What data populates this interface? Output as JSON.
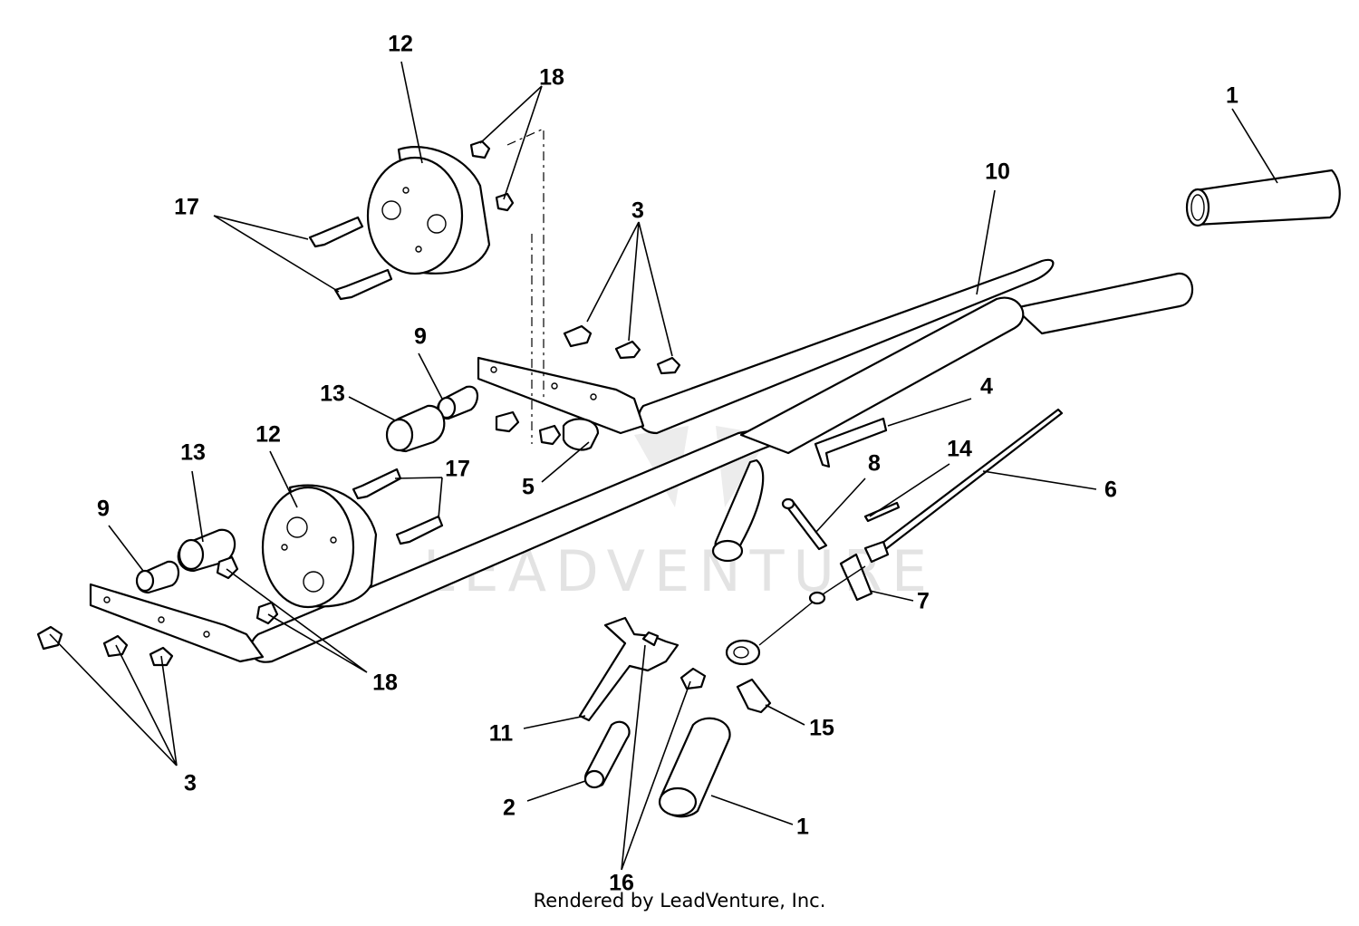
{
  "watermark": "LEADVENTURE",
  "credit": "Rendered by LeadVenture, Inc.",
  "callouts": [
    "1",
    "1",
    "2",
    "3",
    "3",
    "4",
    "5",
    "6",
    "7",
    "8",
    "9",
    "9",
    "10",
    "11",
    "12",
    "12",
    "13",
    "13",
    "14",
    "15",
    "16",
    "17",
    "17",
    "18",
    "18"
  ]
}
